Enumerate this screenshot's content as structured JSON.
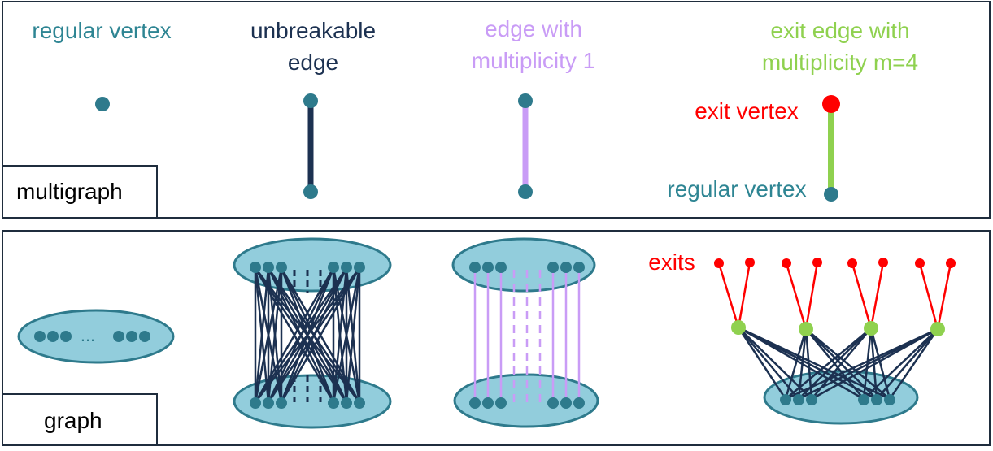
{
  "panels": {
    "multigraph_label": "multigraph",
    "graph_label": "graph"
  },
  "legend": {
    "regular_vertex": "regular vertex",
    "unbreakable_edge": [
      "unbreakable",
      "edge"
    ],
    "edge_multiplicity": [
      "edge with",
      "multiplicity 1"
    ],
    "exit_edge": [
      "exit edge with",
      "multiplicity m=4"
    ],
    "exit_vertex": "exit vertex",
    "regular_vertex_2": "regular vertex"
  },
  "graph": {
    "ellipsis": "...",
    "exits_label": "exits"
  },
  "colors": {
    "teal_text": "#2e8593",
    "navy": "#1c3151",
    "lavender": "#c99cf6",
    "green": "#8fd14f",
    "red": "#ff0000",
    "node": "#2e7a8c",
    "ellipse_fill": "#92cddc",
    "ellipse_stroke": "#2e7a8c"
  }
}
